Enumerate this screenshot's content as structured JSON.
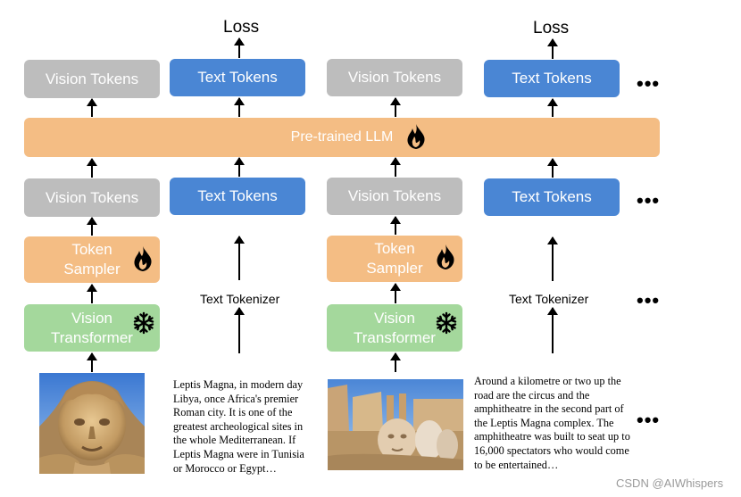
{
  "loss_label": "Loss",
  "vision_tokens_label": "Vision Tokens",
  "text_tokens_label": "Text Tokens",
  "llm_label": "Pre-trained LLM",
  "token_sampler_label": [
    "Token",
    "Sampler"
  ],
  "vision_transformer_label": [
    "Vision",
    "Transformer"
  ],
  "text_tokenizer_label": "Text Tokenizer",
  "ellipsis": "•••",
  "caption_1": "Leptis Magna, in modern day Libya, once Africa's premier Roman city. It is one of the greatest archeological sites in the whole Mediterranean. If Leptis Magna were in Tunisia or Morocco or Egypt…",
  "caption_2": "Around a kilometre or two up the road are the circus and the amphitheatre in the second part of the Leptis Magna complex. The amphitheatre was built to seat up to 16,000 spectators who would come to be entertained…",
  "watermark": "CSDN @AIWhispers",
  "icons": {
    "trainable": "flame-icon",
    "frozen": "snowflake-icon"
  },
  "colors": {
    "vision_tokens": "#bdbdbd",
    "text_tokens": "#4a86d4",
    "trainable_module": "#f4bd84",
    "frozen_module": "#a4d89c"
  }
}
